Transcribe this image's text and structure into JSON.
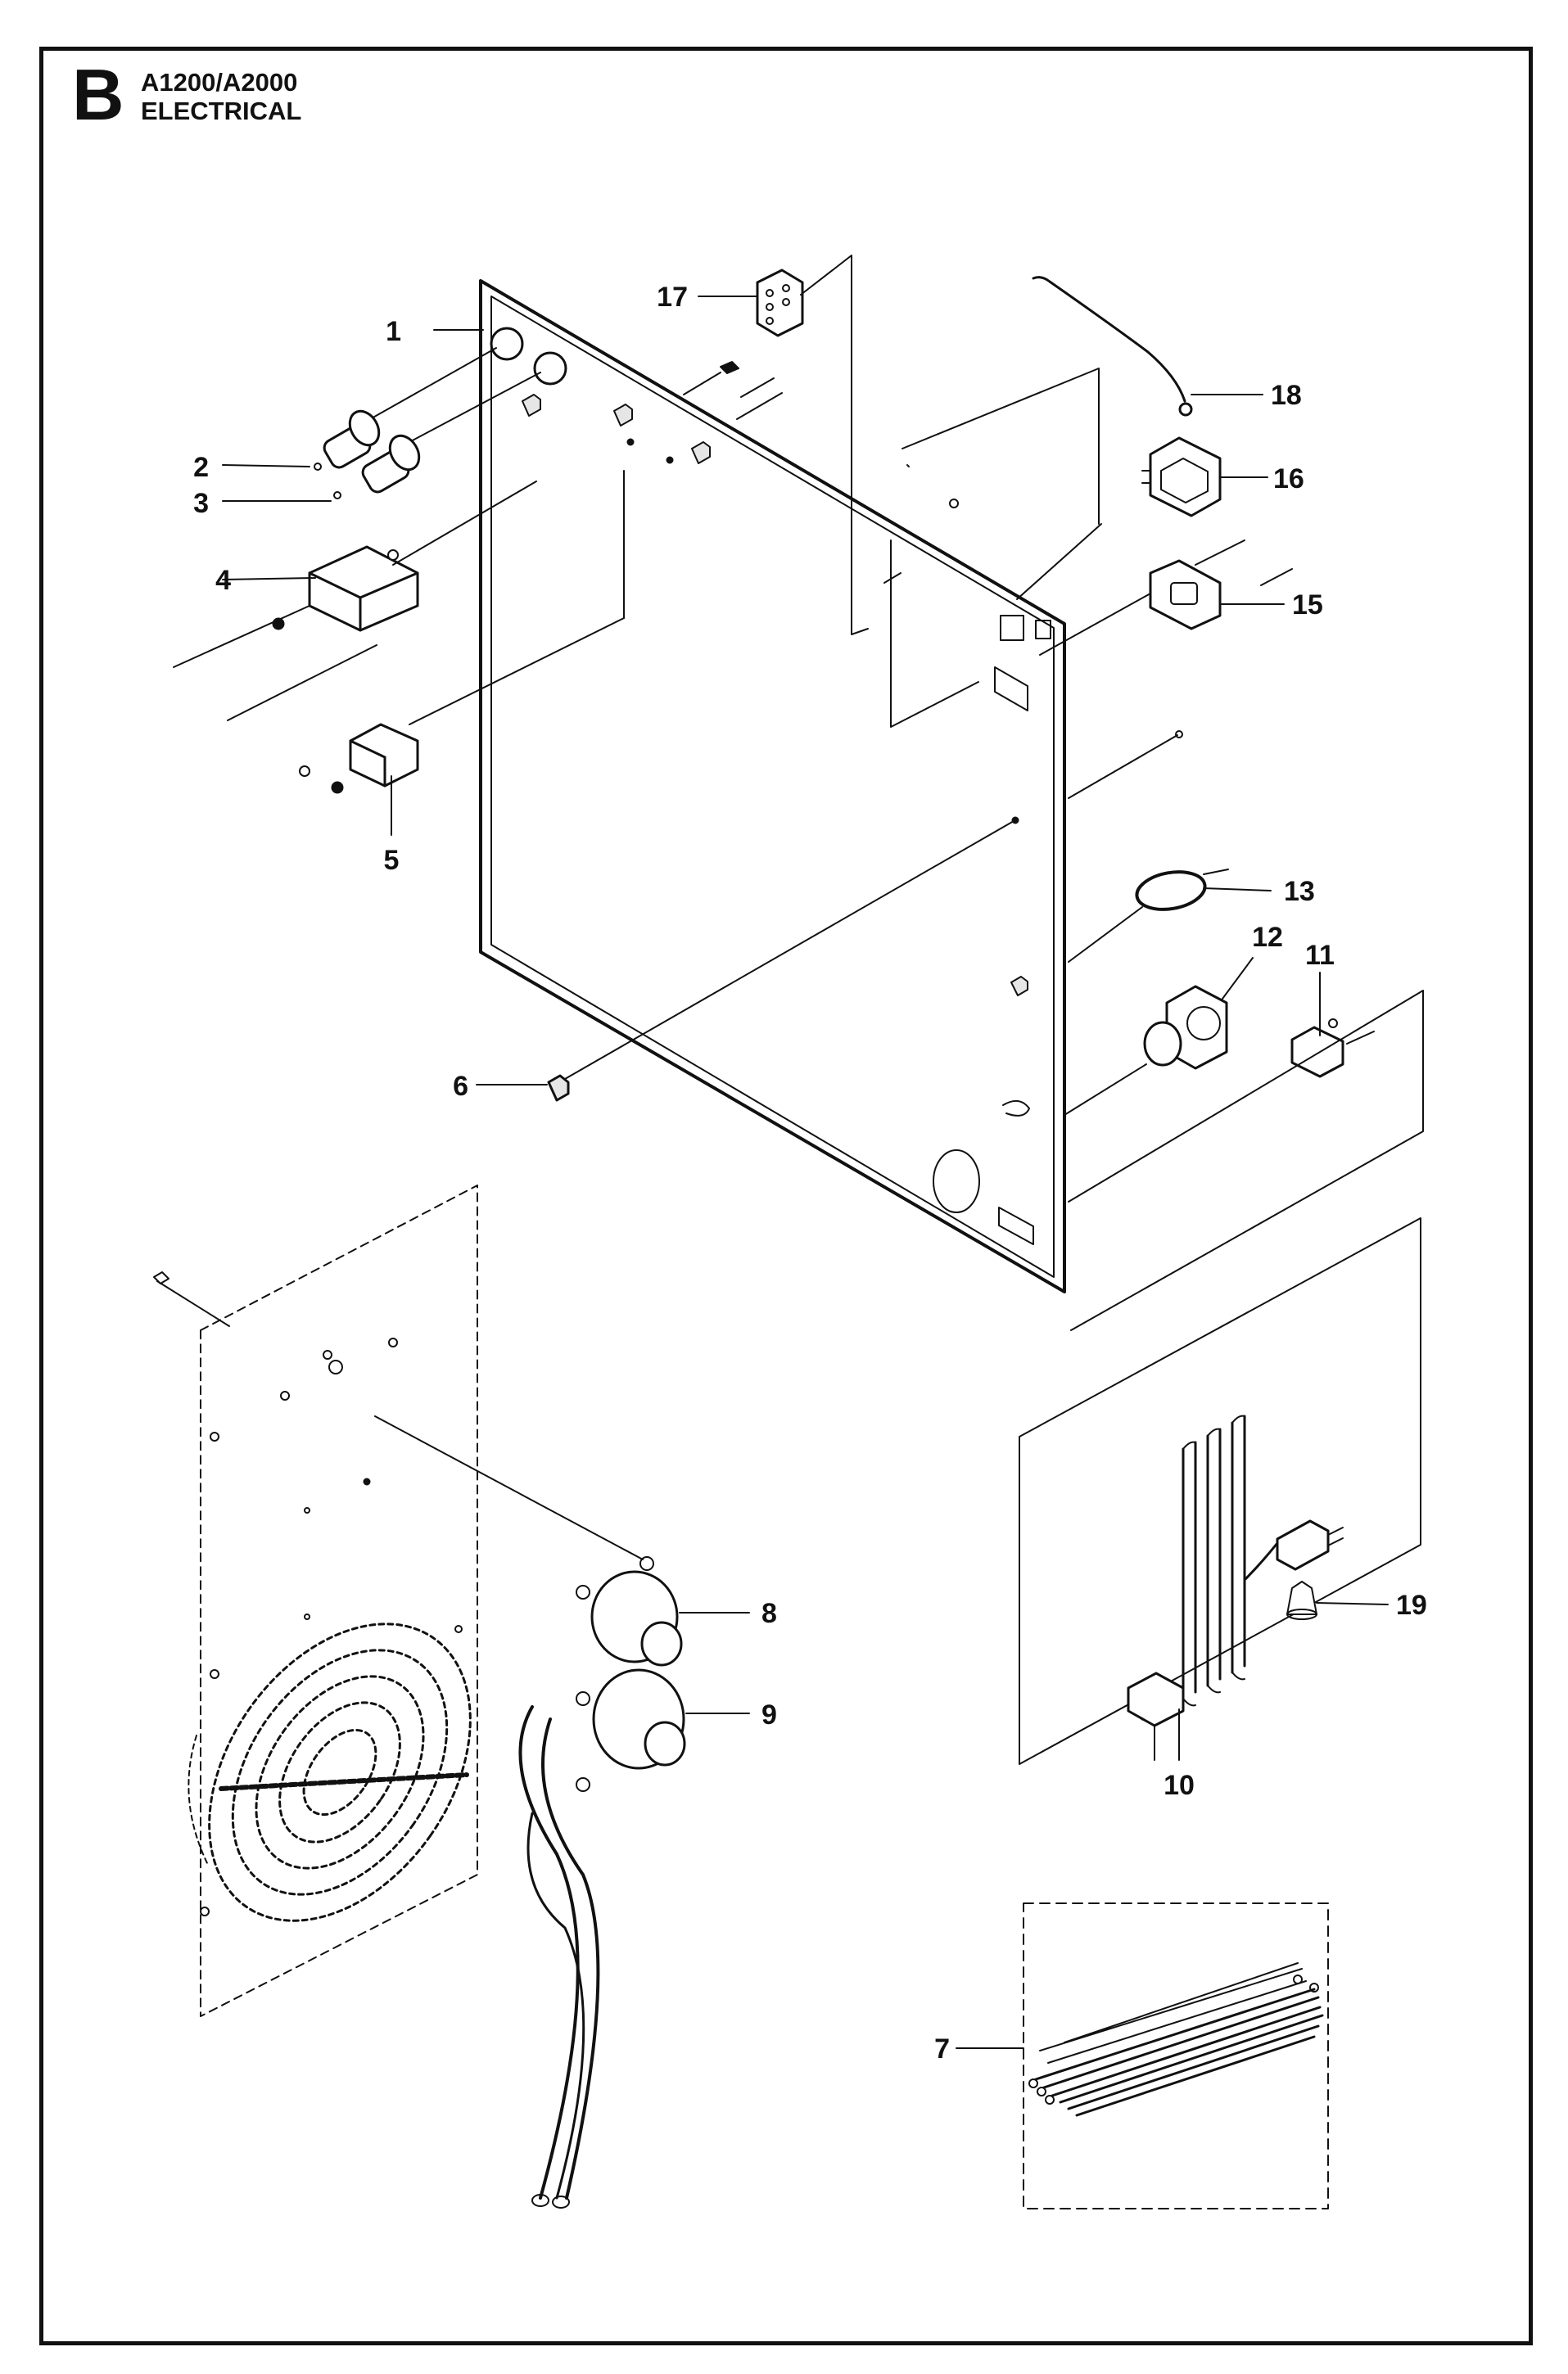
{
  "header": {
    "section_letter": "B",
    "model": "A1200/A2000",
    "group": "ELECTRICAL"
  },
  "callouts": [
    "1",
    "2",
    "3",
    "4",
    "5",
    "6",
    "7",
    "8",
    "9",
    "10",
    "11",
    "12",
    "13",
    "15",
    "16",
    "17",
    "18",
    "19"
  ],
  "colors": {
    "ink": "#111111",
    "paper": "#ffffff",
    "part_fill": "#e6e6e6"
  }
}
